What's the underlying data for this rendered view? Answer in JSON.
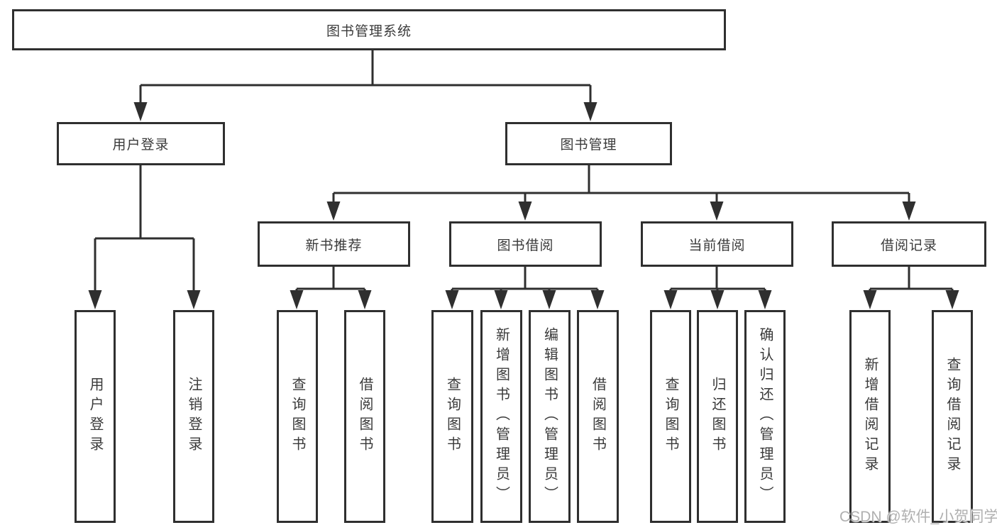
{
  "diagram": {
    "root": {
      "label": "图书管理系统"
    },
    "children": [
      {
        "label": "用户登录",
        "children": [
          {
            "label": "用户登录"
          },
          {
            "label": "注销登录"
          }
        ]
      },
      {
        "label": "图书管理",
        "children": [
          {
            "label": "新书推荐",
            "children": [
              {
                "label": "查询图书"
              },
              {
                "label": "借阅图书"
              }
            ]
          },
          {
            "label": "图书借阅",
            "children": [
              {
                "label": "查询图书"
              },
              {
                "label": "新增图书（管理员）"
              },
              {
                "label": "编辑图书（管理员）"
              },
              {
                "label": "借阅图书"
              }
            ]
          },
          {
            "label": "当前借阅",
            "children": [
              {
                "label": "查询图书"
              },
              {
                "label": "归还图书"
              },
              {
                "label": "确认归还（管理员）"
              }
            ]
          },
          {
            "label": "借阅记录",
            "children": [
              {
                "label": "新增借阅记录"
              },
              {
                "label": "查询借阅记录"
              }
            ]
          }
        ]
      }
    ]
  },
  "watermark": {
    "text": "CSDN @软件_小贺同学"
  },
  "colors": {
    "line": "#2f2f2f",
    "text": "#3a3a3a",
    "watermark": "#b0b0b0",
    "background": "#ffffff"
  }
}
